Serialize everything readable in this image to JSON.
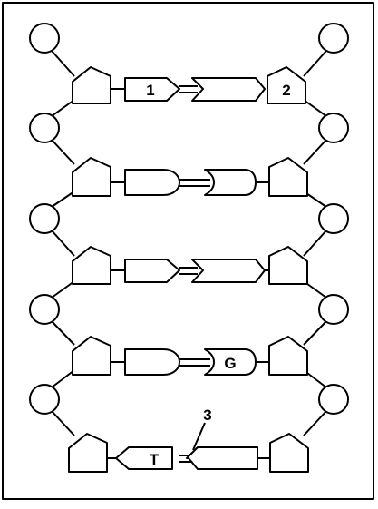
{
  "diagram": {
    "labels": {
      "one": "1",
      "two": "2",
      "three": "3",
      "base_g": "G",
      "base_t": "T"
    },
    "colors": {
      "stroke": "#000000",
      "fill": "#ffffff"
    }
  }
}
